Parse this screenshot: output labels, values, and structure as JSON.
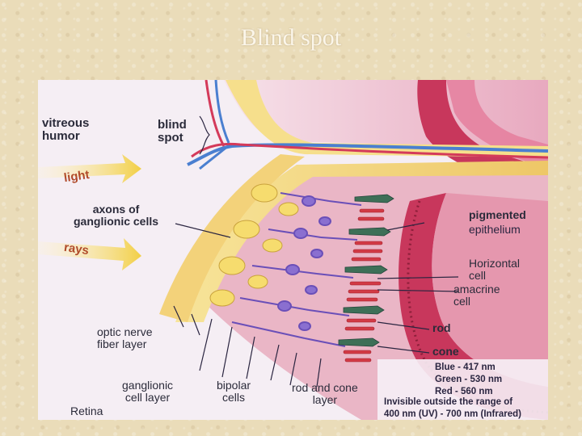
{
  "slide": {
    "title": "Blind spot"
  },
  "labels": {
    "vitreous_humor": "vitreous\nhumor",
    "blind_spot": "blind\nspot",
    "light": "light",
    "rays": "rays",
    "axons": "axons of\nganglionic cells",
    "pigmented": "pigmented",
    "epithelium": "epithelium",
    "horizontal": "Horizontal\ncell",
    "amacrine": "amacrine\ncell",
    "rod": "rod",
    "cone": "cone",
    "optic_nerve": "optic nerve\nfiber layer",
    "ganglionic_layer": "ganglionic\ncell layer",
    "bipolar": "bipolar\ncells",
    "rod_cone_layer": "rod and cone\nlayer",
    "retina": "Retina"
  },
  "wavelengths": {
    "blue": "Blue - 417 nm",
    "green": "Green - 530 nm",
    "red": "Red - 560 nm",
    "invisible": "Invisible outside the range of",
    "range": "400 nm (UV) - 700 nm (Infrared)"
  },
  "colors": {
    "nerve_fiber": "#f1d77a",
    "retina_pink": "#e9b9c8",
    "choroid": "#c2345a",
    "bipolar_purple": "#7b5cc4",
    "rod_red": "#cf3340",
    "cone_green": "#3c6e55",
    "arrow_yellow": "#f3d35a"
  }
}
